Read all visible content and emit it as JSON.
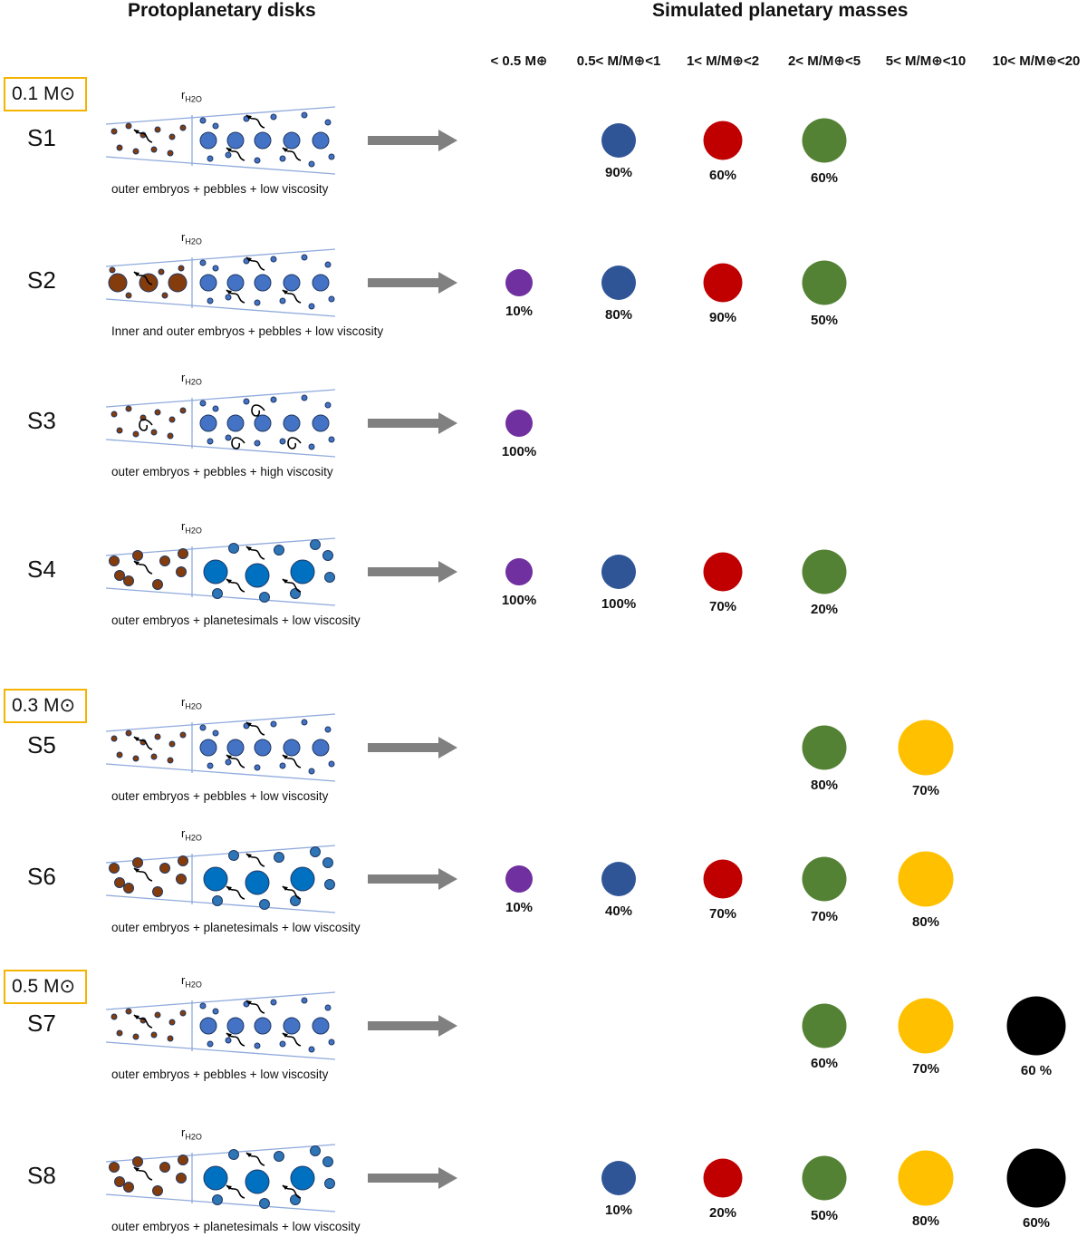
{
  "headers": {
    "left": "Protoplanetary disks",
    "right": "Simulated planetary masses"
  },
  "mass_columns": [
    "< 0.5 M⊕",
    "0.5< M/M⊕<1",
    "1< M/M⊕<2",
    "2< M/M⊕<5",
    "5< M/M⊕<10",
    "10< M/M⊕<20"
  ],
  "planet_colors": [
    "#7030a0",
    "#2f5597",
    "#c00000",
    "#548235",
    "#ffc000",
    "#000000"
  ],
  "stellar_masses": [
    "0.1 M⊙",
    "0.3 M⊙",
    "0.5 M⊙"
  ],
  "snowline_label": "rH2O",
  "scenarios": [
    {
      "id": "S1",
      "caption": "outer embryos + pebbles + low viscosity",
      "disk": {
        "inner": "embryos",
        "outer": "pebbles",
        "viscosity": "low"
      },
      "results": [
        {
          "bin": 1,
          "percent": "90%"
        },
        {
          "bin": 2,
          "percent": "60%"
        },
        {
          "bin": 3,
          "percent": "60%"
        }
      ]
    },
    {
      "id": "S2",
      "caption": "Inner and outer embryos + pebbles + low viscosity",
      "disk": {
        "inner": "inner-embryos",
        "outer": "pebbles",
        "viscosity": "low"
      },
      "results": [
        {
          "bin": 0,
          "percent": "10%"
        },
        {
          "bin": 1,
          "percent": "80%"
        },
        {
          "bin": 2,
          "percent": "90%"
        },
        {
          "bin": 3,
          "percent": "50%"
        }
      ]
    },
    {
      "id": "S3",
      "caption": "outer embryos + pebbles + high viscosity",
      "disk": {
        "inner": "embryos",
        "outer": "pebbles",
        "viscosity": "high"
      },
      "results": [
        {
          "bin": 0,
          "percent": "100%"
        }
      ]
    },
    {
      "id": "S4",
      "caption": "outer embryos + planetesimals + low viscosity",
      "disk": {
        "inner": "embryos",
        "outer": "planetesimals",
        "viscosity": "low"
      },
      "results": [
        {
          "bin": 0,
          "percent": "100%"
        },
        {
          "bin": 1,
          "percent": "100%"
        },
        {
          "bin": 2,
          "percent": "70%"
        },
        {
          "bin": 3,
          "percent": "20%"
        }
      ]
    },
    {
      "id": "S5",
      "caption": "outer embryos + pebbles + low viscosity",
      "disk": {
        "inner": "embryos",
        "outer": "pebbles",
        "viscosity": "low"
      },
      "results": [
        {
          "bin": 3,
          "percent": "80%"
        },
        {
          "bin": 4,
          "percent": "70%"
        }
      ]
    },
    {
      "id": "S6",
      "caption": "outer embryos + planetesimals + low viscosity",
      "disk": {
        "inner": "embryos",
        "outer": "planetesimals",
        "viscosity": "low"
      },
      "results": [
        {
          "bin": 0,
          "percent": "10%"
        },
        {
          "bin": 1,
          "percent": "40%"
        },
        {
          "bin": 2,
          "percent": "70%"
        },
        {
          "bin": 3,
          "percent": "70%"
        },
        {
          "bin": 4,
          "percent": "80%"
        }
      ]
    },
    {
      "id": "S7",
      "caption": "outer embryos + pebbles + low viscosity",
      "disk": {
        "inner": "embryos",
        "outer": "pebbles",
        "viscosity": "low"
      },
      "results": [
        {
          "bin": 3,
          "percent": "60%"
        },
        {
          "bin": 4,
          "percent": "70%"
        },
        {
          "bin": 5,
          "percent": "60 %"
        }
      ]
    },
    {
      "id": "S8",
      "caption": "outer embryos + planetesimals + low viscosity",
      "disk": {
        "inner": "embryos",
        "outer": "planetesimals",
        "viscosity": "low"
      },
      "results": [
        {
          "bin": 1,
          "percent": "10%"
        },
        {
          "bin": 2,
          "percent": "20%"
        },
        {
          "bin": 3,
          "percent": "50%"
        },
        {
          "bin": 4,
          "percent": "80%"
        },
        {
          "bin": 5,
          "percent": "60%"
        }
      ]
    }
  ]
}
